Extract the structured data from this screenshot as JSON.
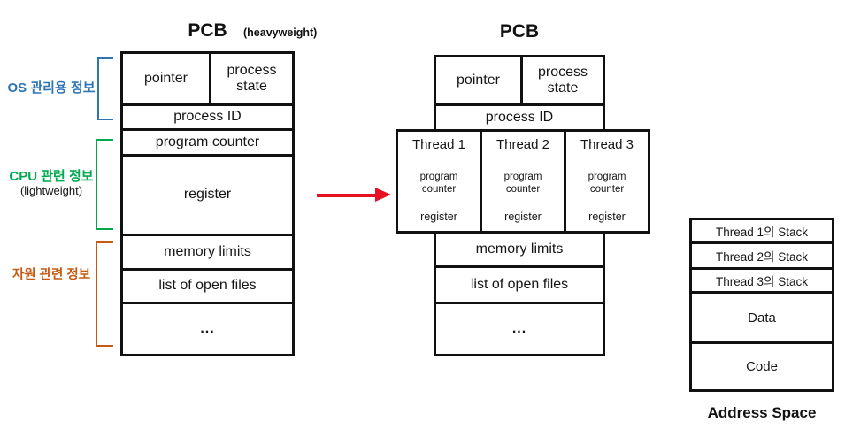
{
  "left_pcb": {
    "title": "PCB",
    "subtitle": "(heavyweight)",
    "cells": {
      "pointer": "pointer",
      "process_state": "process state",
      "process_id": "process ID",
      "program_counter": "program counter",
      "register": "register",
      "memory_limits": "memory limits",
      "open_files": "list of open files",
      "more": "..."
    },
    "section_labels": {
      "os": "OS 관리용 정보",
      "cpu": "CPU 관련 정보",
      "cpu_note": "(lightweight)",
      "resource": "자원 관련 정보"
    }
  },
  "middle_pcb": {
    "title": "PCB",
    "cells": {
      "pointer": "pointer",
      "process_state": "process state",
      "process_id": "process ID",
      "memory_limits": "memory limits",
      "open_files": "list of open files",
      "more": "..."
    },
    "threads": [
      {
        "name": "Thread 1",
        "program_counter": "program counter",
        "register": "register"
      },
      {
        "name": "Thread 2",
        "program_counter": "program counter",
        "register": "register"
      },
      {
        "name": "Thread 3",
        "program_counter": "program counter",
        "register": "register"
      }
    ]
  },
  "address_space": {
    "rows": [
      "Thread 1의 Stack",
      "Thread 2의 Stack",
      "Thread 3의 Stack",
      "Data",
      "Code"
    ],
    "caption": "Address Space"
  },
  "colors": {
    "os_label": "#2e75b6",
    "cpu_label": "#00a84f",
    "resource_label": "#c55a11",
    "arrow": "#e81123",
    "border": "#111111"
  }
}
